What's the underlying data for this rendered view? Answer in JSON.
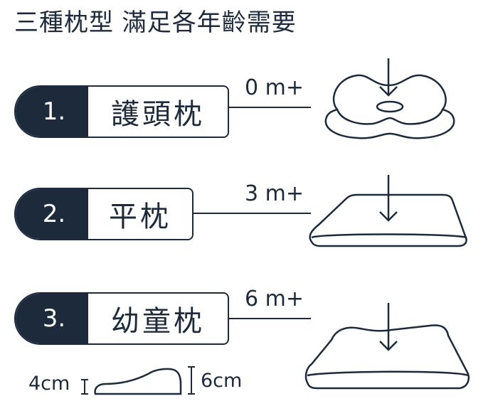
{
  "title": "三種枕型 滿足各年齡需要",
  "items": [
    {
      "number": "1.",
      "name": "護頭枕",
      "age": "0 m+"
    },
    {
      "number": "2.",
      "name": "平枕",
      "age": "3 m+"
    },
    {
      "number": "3.",
      "name": "幼童枕",
      "age": "6 m+"
    }
  ],
  "dimensions": {
    "low": "4cm",
    "high": "6cm"
  },
  "icons": [
    "head-pillow-icon",
    "flat-pillow-icon",
    "contour-pillow-icon",
    "down-arrow-icon"
  ],
  "colors": {
    "navy": "#1c2a3c",
    "background": "#ffffff"
  }
}
